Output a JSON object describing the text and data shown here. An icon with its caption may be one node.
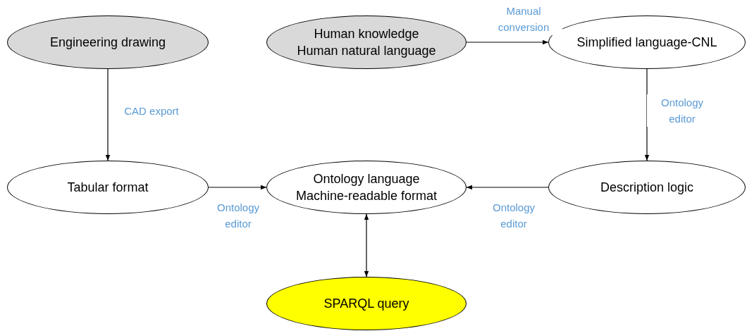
{
  "diagram": {
    "nodes": [
      {
        "text": [
          "Engineering drawing"
        ]
      },
      {
        "text": [
          "Human knowledge",
          "Human natural language"
        ]
      },
      {
        "text": [
          "Simplified language-CNL"
        ]
      },
      {
        "text": [
          "Tabular format"
        ]
      },
      {
        "text": [
          "Ontology language",
          "Machine-readable format"
        ]
      },
      {
        "text": [
          "Description logic"
        ]
      },
      {
        "text": [
          "SPARQL query"
        ]
      }
    ],
    "edges": [
      {
        "from": 0,
        "to": 3,
        "arrow": "to",
        "label": "CAD export"
      },
      {
        "from": 1,
        "to": 2,
        "arrow": "to",
        "label": "Manual conversion"
      },
      {
        "from": 2,
        "to": 5,
        "arrow": "to",
        "label": "Ontology editor"
      },
      {
        "from": 3,
        "to": 4,
        "arrow": "to",
        "label": "Ontology editor"
      },
      {
        "from": 5,
        "to": 4,
        "arrow": "to",
        "label": "Ontology editor"
      },
      {
        "from": 4,
        "to": 6,
        "arrow": "both"
      }
    ]
  }
}
